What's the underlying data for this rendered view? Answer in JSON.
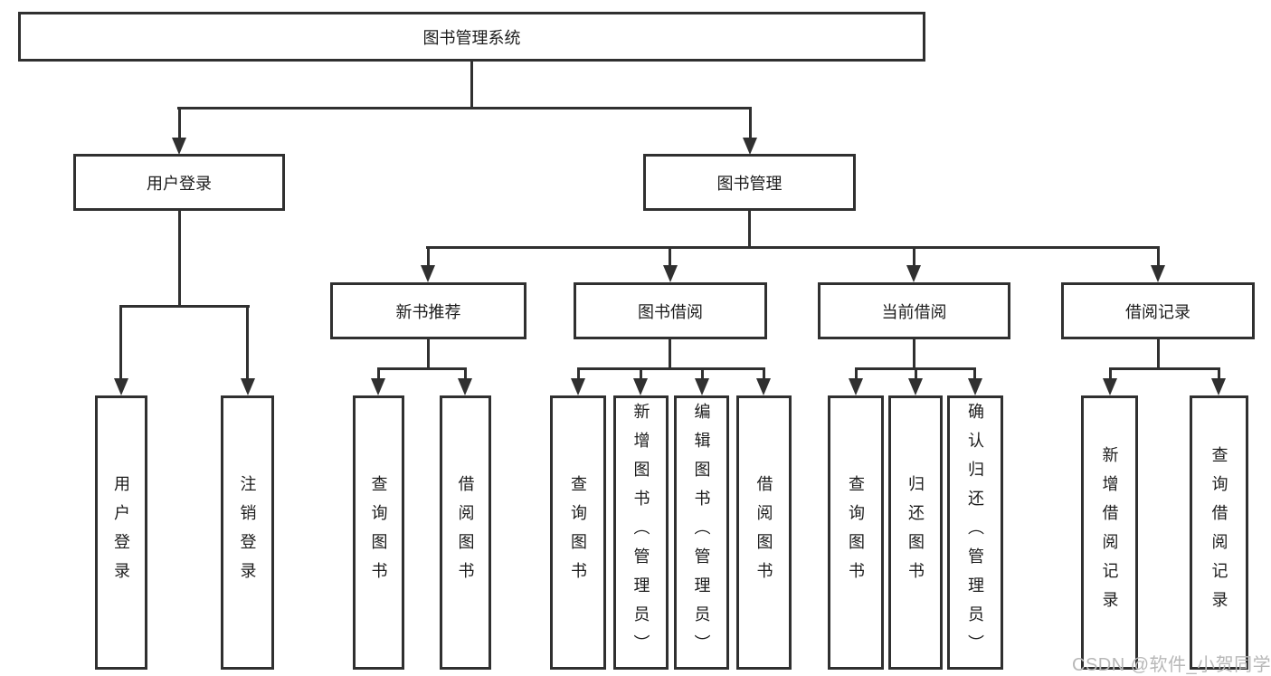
{
  "colors": {
    "line": "#303030",
    "text": "#1c1c1c",
    "background": "#ffffff",
    "watermark": "#b8b8b8"
  },
  "tree": {
    "root": {
      "label": "图书管理系统"
    },
    "branches": [
      {
        "label": "用户登录",
        "children": [
          {
            "label": "用户登录"
          },
          {
            "label": "注销登录"
          }
        ]
      },
      {
        "label": "图书管理",
        "children": [
          {
            "label": "新书推荐",
            "children": [
              {
                "label": "查询图书"
              },
              {
                "label": "借阅图书"
              }
            ]
          },
          {
            "label": "图书借阅",
            "children": [
              {
                "label": "查询图书"
              },
              {
                "label": "新增图书（管理员）"
              },
              {
                "label": "编辑图书（管理员）"
              },
              {
                "label": "借阅图书"
              }
            ]
          },
          {
            "label": "当前借阅",
            "children": [
              {
                "label": "查询图书"
              },
              {
                "label": "归还图书"
              },
              {
                "label": "确认归还（管理员）"
              }
            ]
          },
          {
            "label": "借阅记录",
            "children": [
              {
                "label": "新增借阅记录"
              },
              {
                "label": "查询借阅记录"
              }
            ]
          }
        ]
      }
    ]
  },
  "watermark": {
    "text": "CSDN @软件_小贺同学"
  }
}
